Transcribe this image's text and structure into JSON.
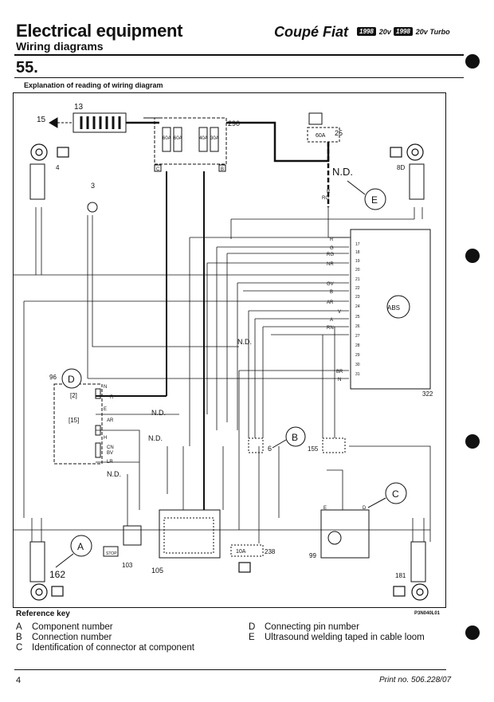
{
  "header": {
    "title": "Electrical equipment",
    "subtitle": "Wiring diagrams",
    "brand": "Coupé Fiat",
    "badge1_year": "1998",
    "badge1_label": "20v",
    "badge2_year": "1998",
    "badge2_label": "20v Turbo",
    "section": "55.",
    "caption": "Explanation of reading of wiring diagram"
  },
  "diagram": {
    "components": [
      "13",
      "15",
      "290",
      "25",
      "4",
      "8D",
      "3",
      "96",
      "322",
      "6",
      "155",
      "99",
      "238",
      "105",
      "103",
      "162",
      "181"
    ],
    "fuses": [
      "60A",
      "60A",
      "40A",
      "30A"
    ],
    "fuse_25": "60A",
    "fuse_238": "10A",
    "nd": "N.D.",
    "callouts": [
      "A",
      "B",
      "C",
      "D",
      "E"
    ],
    "wire_codes": [
      "R",
      "G",
      "RG",
      "NR",
      "GV",
      "B",
      "AR",
      "V",
      "A",
      "RN",
      "BR",
      "N",
      "CN",
      "BV",
      "LR"
    ],
    "abs_label": "ABS",
    "pins": [
      "17",
      "18",
      "19",
      "20",
      "21",
      "22",
      "23",
      "24",
      "25",
      "26",
      "27",
      "28",
      "29",
      "30",
      "31"
    ],
    "pin_95": "[2]",
    "pin_15": "[15]",
    "stop_label": "STOP",
    "conn_letters": [
      "B",
      "C",
      "D",
      "E",
      "H",
      "N"
    ]
  },
  "reference": {
    "heading": "Reference key",
    "code": "P3N040L01",
    "items": [
      {
        "key": "A",
        "text": "Component number"
      },
      {
        "key": "B",
        "text": "Connection number"
      },
      {
        "key": "C",
        "text": "Identification of connector at component"
      },
      {
        "key": "D",
        "text": "Connecting pin number"
      },
      {
        "key": "E",
        "text": "Ultrasound welding taped in cable loom"
      }
    ]
  },
  "footer": {
    "page": "4",
    "print": "Print no. 506.228/07"
  }
}
